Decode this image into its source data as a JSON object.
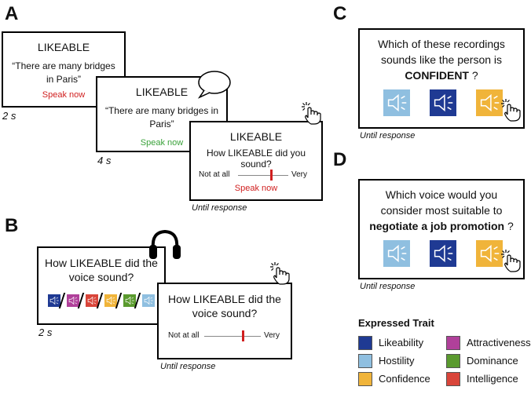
{
  "panel_letters": [
    "A",
    "B",
    "C",
    "D"
  ],
  "panelA": {
    "screen1": {
      "trait": "LIKEABLE",
      "sentence": "“There are many bridges in Paris”",
      "prompt": "Speak now",
      "time": "2 s"
    },
    "screen2": {
      "trait": "LIKEABLE",
      "sentence": "“There are many bridges in Paris”",
      "prompt": "Speak now",
      "time": "4 s"
    },
    "screen3": {
      "trait": "LIKEABLE",
      "question": "How LIKEABLE did you sound?",
      "scale_left": "Not at all",
      "scale_right": "Very",
      "slider_value": 0.65,
      "prompt": "Speak now",
      "time": "Until response"
    },
    "icons": [
      "speech-bubble-icon",
      "click-hand-icon"
    ]
  },
  "panelB": {
    "screen1": {
      "question": "How LIKEABLE did the voice sound?",
      "time": "2 s",
      "speaker_colors": [
        "#1f3a93",
        "#b0409a",
        "#d9453a",
        "#f0b43a",
        "#5a9a2e",
        "#8fbfe0"
      ]
    },
    "screen2": {
      "question": "How LIKEABLE did the voice sound?",
      "scale_left": "Not at all",
      "scale_right": "Very",
      "slider_value": 0.72,
      "time": "Until response"
    },
    "icons": [
      "headphones-icon",
      "click-hand-icon"
    ]
  },
  "panelC": {
    "question_line1": "Which of these recordings",
    "question_line2": "sounds like the person is",
    "emphasis": "CONFIDENT",
    "suffix": " ?",
    "speaker_colors": [
      "#8fbfe0",
      "#1f3a93",
      "#f0b43a"
    ],
    "time": "Until response"
  },
  "panelD": {
    "question_line1": "Which voice would you",
    "question_line2": "consider most suitable to",
    "emphasis": "negotiate a job promotion",
    "suffix": " ?",
    "speaker_colors": [
      "#8fbfe0",
      "#1f3a93",
      "#f0b43a"
    ],
    "time": "Until response"
  },
  "legend": {
    "title": "Expressed Trait",
    "items": [
      {
        "label": "Likeability",
        "color": "#1f3a93"
      },
      {
        "label": "Hostility",
        "color": "#8fbfe0"
      },
      {
        "label": "Confidence",
        "color": "#f0b43a"
      },
      {
        "label": "Attractiveness",
        "color": "#b0409a"
      },
      {
        "label": "Dominance",
        "color": "#5a9a2e"
      },
      {
        "label": "Intelligence",
        "color": "#d9453a"
      }
    ]
  }
}
